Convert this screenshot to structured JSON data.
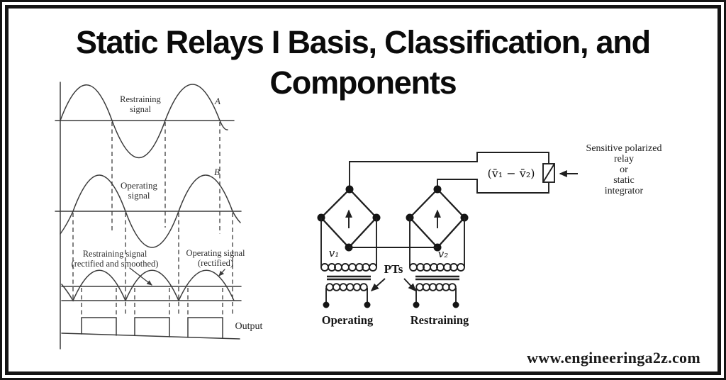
{
  "title": {
    "line1": "Static Relays I Basis, Classification, and",
    "line2": "Components"
  },
  "waveforms": {
    "restraining_label_1": "Restraining",
    "restraining_label_2": "signal",
    "marker_a": "A",
    "operating_label_1": "Operating",
    "operating_label_2": "signal",
    "marker_b": "B",
    "rectified_restraining_1": "Restraining signal",
    "rectified_restraining_2": "(rectified and smoothed)",
    "rectified_operating_1": "Operating signal",
    "rectified_operating_2": "(rectified)",
    "output_label": "Output"
  },
  "circuit": {
    "difference_label": "(v̄₁ − v̄₂)",
    "v1_label": "v₁",
    "v2_label": "v₂",
    "pts_label": "PTs",
    "operating_label": "Operating",
    "restraining_label": "Restraining",
    "relay_note": "Sensitive polarized\nrelay\nor\nstatic\nintegrator"
  },
  "footer": {
    "website": "www.engineeringa2z.com"
  },
  "colors": {
    "frame": "#141414",
    "ink": "#1f1f1f",
    "waveform_ink": "#3b3b3b",
    "background": "#ffffff"
  }
}
